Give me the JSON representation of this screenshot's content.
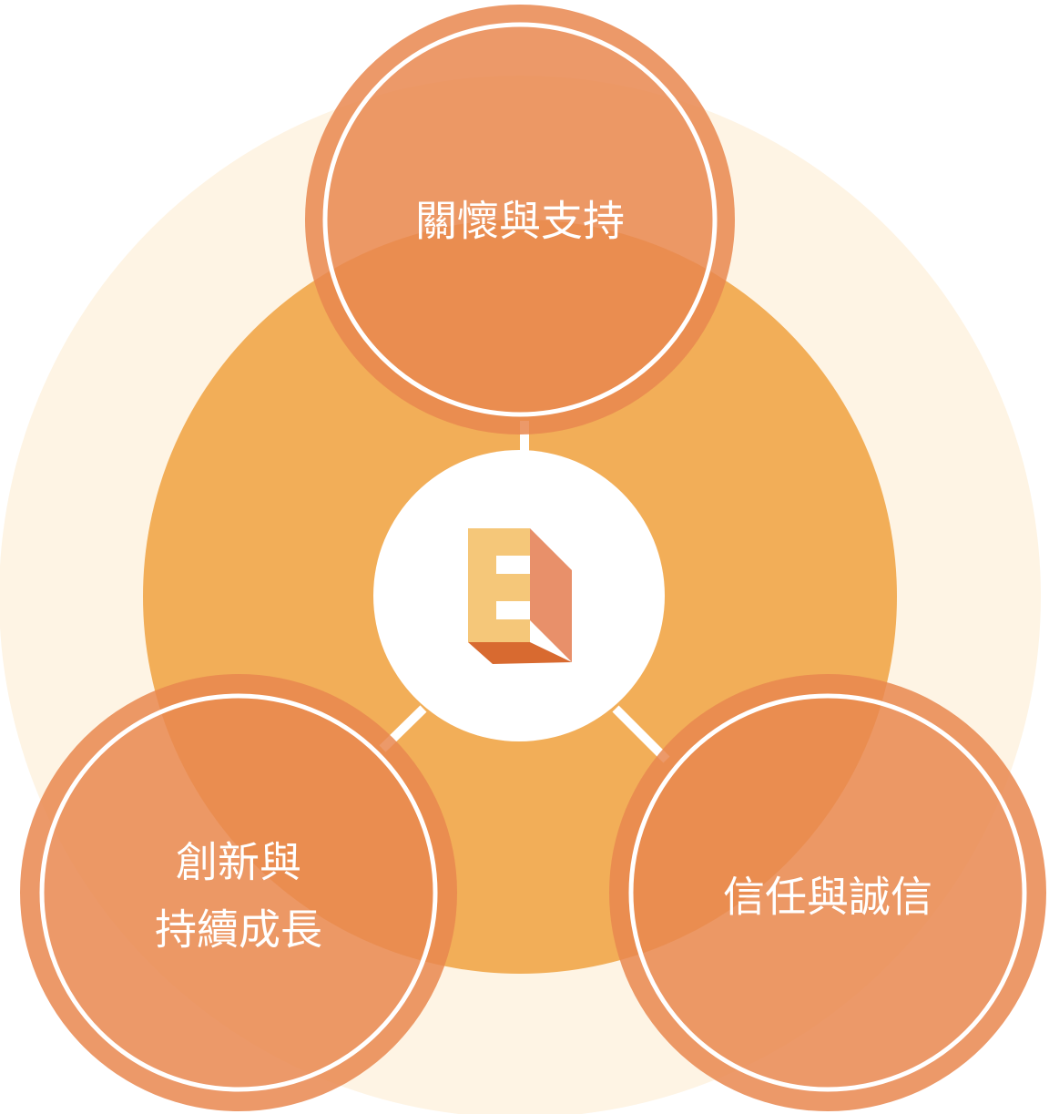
{
  "nodes": {
    "top": {
      "label": "關懷與支持"
    },
    "left": {
      "label_line1": "創新與",
      "label_line2": "持續成長"
    },
    "right": {
      "label": "信任與誠信"
    }
  },
  "colors": {
    "outer_ring": "#fef4e4",
    "inner_disc": "#f2ae58",
    "node_fill": "#e9874f",
    "node_ring": "#ffffff",
    "connector": "#ffffff",
    "center_disc": "#ffffff",
    "logo_light": "#f5c779",
    "logo_mid": "#e8906a",
    "logo_dark": "#d86a30"
  },
  "center": {
    "logo": "e-block-logo-icon"
  }
}
